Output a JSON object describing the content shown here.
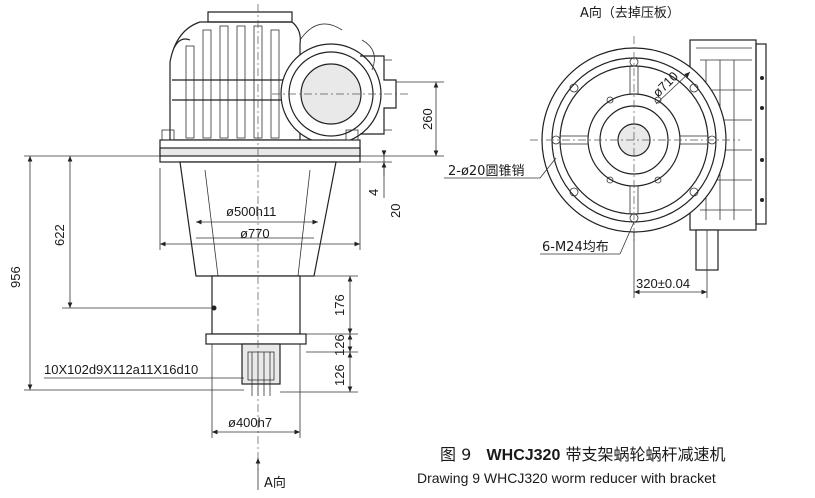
{
  "views": {
    "side": {
      "dimensions": {
        "d260": "260",
        "d4": "4",
        "d20": "20",
        "d500": "ø500h11",
        "d770": "ø770",
        "d622": "622",
        "d956": "956",
        "d176": "176",
        "d126a": "126",
        "d126b": "126",
        "spline": "10X102d9X112a11X16d10",
        "d400": "ø400h7"
      },
      "view_arrow_label": "A向"
    },
    "end": {
      "title": "A向（去掉压板）",
      "dimensions": {
        "d710": "ø710",
        "pins": "2-ø20圆锥销",
        "bolts": "6-M24均布",
        "offset": "320±0.04"
      }
    }
  },
  "caption": {
    "number": "图 9",
    "model": "WHCJ320",
    "title_cn": "带支架蜗轮蜗杆减速机",
    "title_en": "Drawing 9 WHCJ320  worm reducer with bracket"
  }
}
